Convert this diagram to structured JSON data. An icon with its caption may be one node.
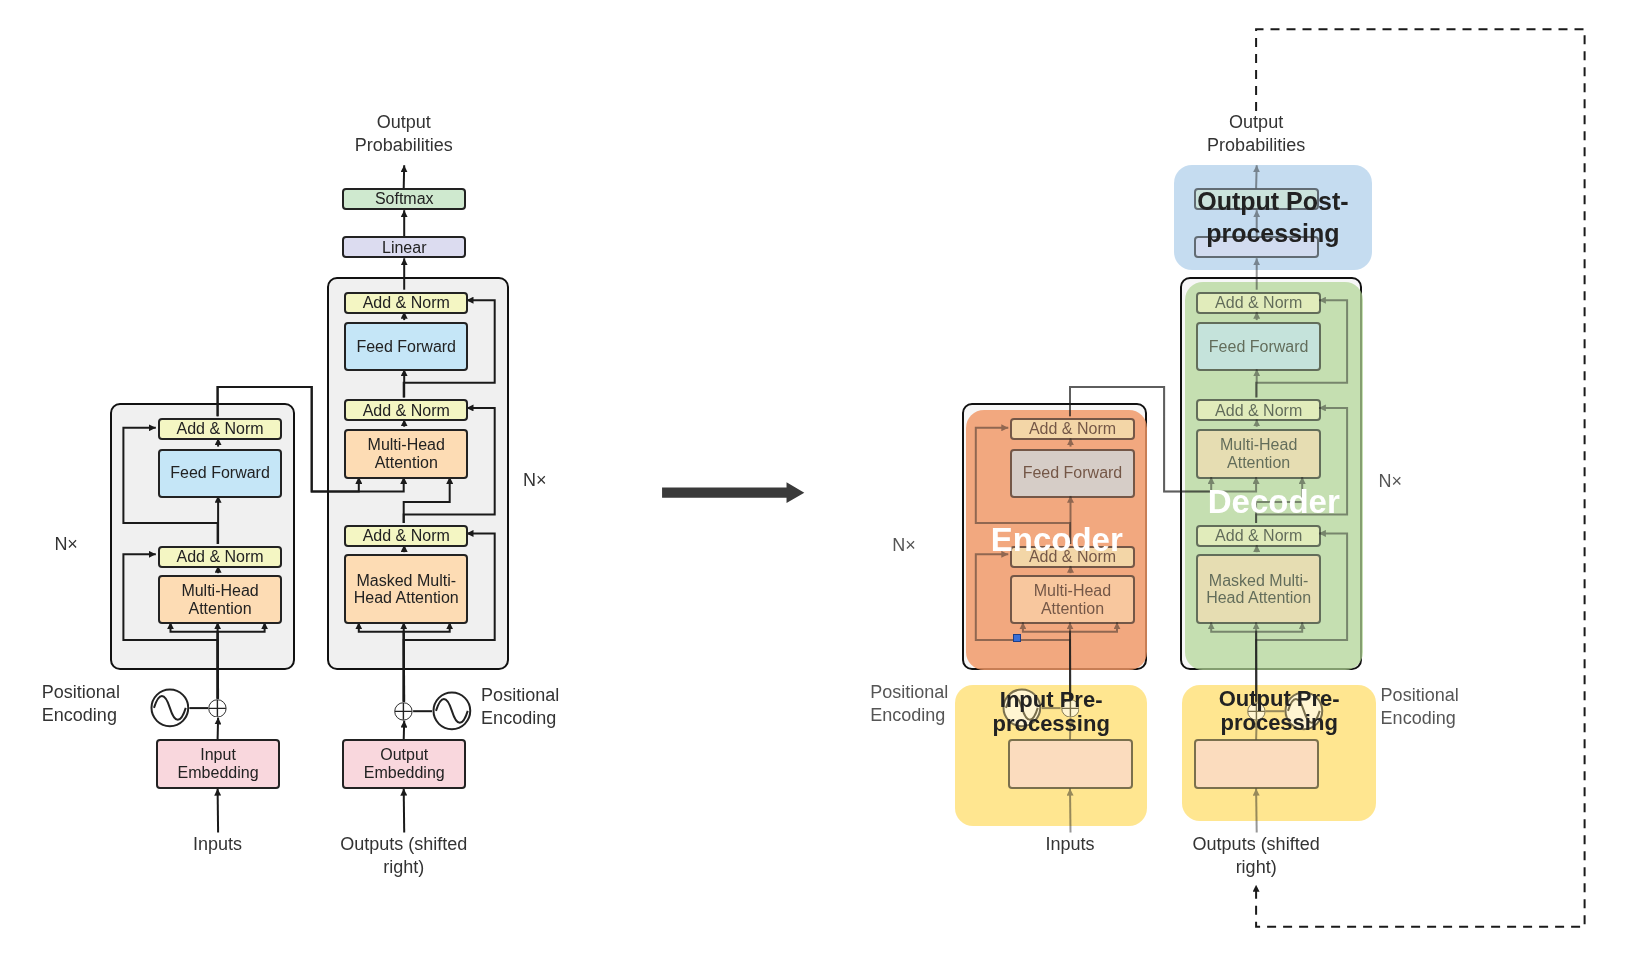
{
  "diagram": {
    "nodes": [
      {
        "text": [
          "Output Probabilities"
        ]
      },
      {
        "text": [
          "Softmax"
        ]
      },
      {
        "text": [
          "Linear"
        ]
      },
      {
        "text": [],
        "shape": "box",
        "beside": [
          "N×"
        ]
      },
      {
        "text": [
          "Add & Norm"
        ],
        "in": 3
      },
      {
        "text": [
          "Feed Forward"
        ],
        "in": 3
      },
      {
        "text": [
          "Add & Norm"
        ],
        "in": 3
      },
      {
        "text": [
          "Multi-Head Attention"
        ],
        "in": 3
      },
      {
        "text": [],
        "shape": "box",
        "beside": [
          "N×"
        ]
      },
      {
        "text": [
          "Add & Norm"
        ],
        "in": 8
      },
      {
        "text": [
          "Feed Forward"
        ],
        "in": 8
      },
      {
        "text": [
          "Add & Norm"
        ],
        "in": 8
      },
      {
        "text": [
          "Multi-Head Attention"
        ],
        "in": 8
      },
      {
        "text": [
          "Add & Norm"
        ],
        "in": 8
      },
      {
        "text": [
          "Masked Multi-Head Attention"
        ],
        "in": 8
      },
      {
        "text": [],
        "shape": "circle",
        "beside": [
          "Positional Encoding"
        ]
      },
      {
        "text": [],
        "shape": "circle"
      },
      {
        "text": [],
        "shape": "circle",
        "beside": [
          "Positional Encoding"
        ]
      },
      {
        "text": [],
        "shape": "circle"
      },
      {
        "text": [
          "Input Embedding"
        ]
      },
      {
        "text": [
          "Output Embedding"
        ]
      },
      {
        "text": [
          "Inputs"
        ]
      },
      {
        "text": [
          "Outputs (shifted right)"
        ]
      },
      {
        "text": [
          "Output Probabilities"
        ]
      },
      {
        "text": [
          "Output Post-processing"
        ]
      },
      {
        "text": [],
        "shape": "box",
        "in": 24
      },
      {
        "text": [],
        "shape": "box",
        "in": 24
      },
      {
        "text": [],
        "shape": "box"
      },
      {
        "text": [
          "Encoder"
        ],
        "in": 27
      },
      {
        "text": [
          "Add & Norm"
        ],
        "in": 28
      },
      {
        "text": [
          "Feed Forward"
        ],
        "in": 28
      },
      {
        "text": [
          "Add & Norm"
        ],
        "in": 28
      },
      {
        "text": [
          "Multi-Head Attention"
        ],
        "in": 28
      },
      {
        "text": [],
        "shape": "box"
      },
      {
        "text": [
          "Decoder"
        ],
        "in": 33
      },
      {
        "text": [
          "Add & Norm"
        ],
        "in": 34
      },
      {
        "text": [
          "Feed Forward"
        ],
        "in": 34
      },
      {
        "text": [
          "Add & Norm"
        ],
        "in": 34
      },
      {
        "text": [
          "Multi-Head Attention"
        ],
        "in": 34
      },
      {
        "text": [
          "Add & Norm"
        ],
        "in": 34
      },
      {
        "text": [
          "Masked Multi-Head Attention"
        ],
        "in": 34
      },
      {
        "text": [
          "Input Pre-processing"
        ]
      },
      {
        "text": [],
        "shape": "circle",
        "in": 41
      },
      {
        "text": [],
        "shape": "circle",
        "in": 41
      },
      {
        "text": [],
        "shape": "box",
        "in": 41
      },
      {
        "text": [
          "Output Pre-processing"
        ]
      },
      {
        "text": [],
        "shape": "circle",
        "in": 45
      },
      {
        "text": [],
        "shape": "circle",
        "in": 45
      },
      {
        "text": [],
        "shape": "box",
        "in": 45
      },
      {
        "text": [
          "Inputs"
        ]
      },
      {
        "text": [
          "Outputs (shifted right)"
        ]
      }
    ],
    "edges": [
      {
        "from": 21,
        "to": 19,
        "arrow": "to"
      },
      {
        "from": 19,
        "to": 16,
        "arrow": "to"
      },
      {
        "from": 15,
        "to": 16,
        "arrow": "none"
      },
      {
        "from": 16,
        "to": 7,
        "arrow": "to"
      },
      {
        "from": 16,
        "to": 7,
        "arrow": "to"
      },
      {
        "from": 16,
        "to": 7,
        "arrow": "to"
      },
      {
        "from": 7,
        "to": 6,
        "arrow": "to"
      },
      {
        "from": 16,
        "to": 6,
        "arrow": "to"
      },
      {
        "from": 6,
        "to": 5,
        "arrow": "to"
      },
      {
        "from": 5,
        "to": 4,
        "arrow": "to"
      },
      {
        "from": 6,
        "to": 4,
        "arrow": "to"
      },
      {
        "from": 4,
        "to": 12,
        "arrow": "to"
      },
      {
        "from": 4,
        "to": 12,
        "arrow": "to"
      },
      {
        "from": 22,
        "to": 20,
        "arrow": "to"
      },
      {
        "from": 20,
        "to": 18,
        "arrow": "to"
      },
      {
        "from": 17,
        "to": 18,
        "arrow": "none"
      },
      {
        "from": 18,
        "to": 14,
        "arrow": "to"
      },
      {
        "from": 18,
        "to": 14,
        "arrow": "to"
      },
      {
        "from": 18,
        "to": 14,
        "arrow": "to"
      },
      {
        "from": 14,
        "to": 13,
        "arrow": "to"
      },
      {
        "from": 18,
        "to": 13,
        "arrow": "to"
      },
      {
        "from": 13,
        "to": 12,
        "arrow": "to"
      },
      {
        "from": 12,
        "to": 11,
        "arrow": "to"
      },
      {
        "from": 13,
        "to": 11,
        "arrow": "to"
      },
      {
        "from": 11,
        "to": 10,
        "arrow": "to"
      },
      {
        "from": 10,
        "to": 9,
        "arrow": "to"
      },
      {
        "from": 11,
        "to": 9,
        "arrow": "to"
      },
      {
        "from": 9,
        "to": 2,
        "arrow": "to"
      },
      {
        "from": 2,
        "to": 1,
        "arrow": "to"
      },
      {
        "from": 1,
        "to": 0,
        "arrow": "to"
      },
      {
        "from": 49,
        "to": 44,
        "arrow": "to"
      },
      {
        "from": 44,
        "to": 43,
        "arrow": "to"
      },
      {
        "from": 42,
        "to": 43,
        "arrow": "none"
      },
      {
        "from": 43,
        "to": 32,
        "arrow": "to"
      },
      {
        "from": 43,
        "to": 32,
        "arrow": "to"
      },
      {
        "from": 43,
        "to": 32,
        "arrow": "to"
      },
      {
        "from": 32,
        "to": 31,
        "arrow": "to"
      },
      {
        "from": 43,
        "to": 31,
        "arrow": "to"
      },
      {
        "from": 31,
        "to": 30,
        "arrow": "to"
      },
      {
        "from": 30,
        "to": 29,
        "arrow": "to"
      },
      {
        "from": 31,
        "to": 29,
        "arrow": "to"
      },
      {
        "from": 29,
        "to": 38,
        "arrow": "to"
      },
      {
        "from": 29,
        "to": 38,
        "arrow": "to"
      },
      {
        "from": 50,
        "to": 48,
        "arrow": "to"
      },
      {
        "from": 48,
        "to": 47,
        "arrow": "to"
      },
      {
        "from": 46,
        "to": 47,
        "arrow": "none"
      },
      {
        "from": 47,
        "to": 40,
        "arrow": "to"
      },
      {
        "from": 47,
        "to": 40,
        "arrow": "to"
      },
      {
        "from": 47,
        "to": 40,
        "arrow": "to"
      },
      {
        "from": 40,
        "to": 39,
        "arrow": "to"
      },
      {
        "from": 47,
        "to": 39,
        "arrow": "to"
      },
      {
        "from": 39,
        "to": 38,
        "arrow": "to"
      },
      {
        "from": 38,
        "to": 37,
        "arrow": "to"
      },
      {
        "from": 39,
        "to": 37,
        "arrow": "to"
      },
      {
        "from": 37,
        "to": 36,
        "arrow": "to"
      },
      {
        "from": 36,
        "to": 35,
        "arrow": "to"
      },
      {
        "from": 37,
        "to": 35,
        "arrow": "to"
      },
      {
        "from": 35,
        "to": 26,
        "arrow": "to"
      },
      {
        "from": 26,
        "to": 25,
        "arrow": "to"
      },
      {
        "from": 25,
        "to": 23,
        "arrow": "to"
      },
      {
        "from": 23,
        "to": 50,
        "arrow": "to",
        "style": "dashed"
      }
    ],
    "labels": [
      "N×",
      "N×",
      "Positional Encoding",
      "Positional Encoding"
    ]
  }
}
